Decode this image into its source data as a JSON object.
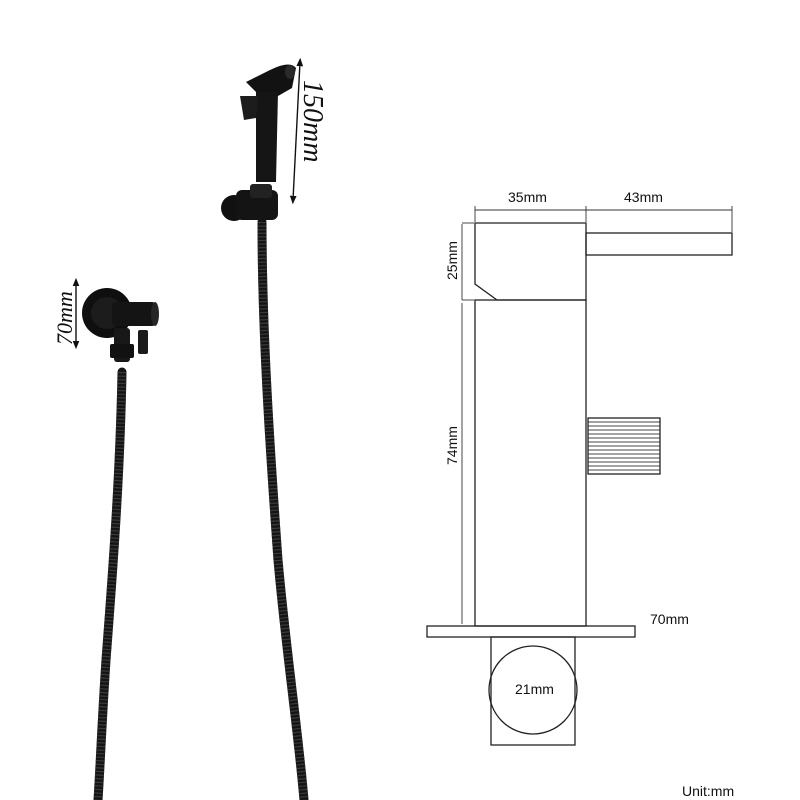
{
  "labels": {
    "sprayer_height": "150mm",
    "valve_height": "70mm",
    "body_width": "35mm",
    "handle_length": "43mm",
    "top_height": "25mm",
    "body_height": "74mm",
    "base_width": "70mm",
    "pipe_diameter": "21mm",
    "unit": "Unit:mm"
  },
  "colors": {
    "product": "#111111",
    "outline": "#222222"
  }
}
